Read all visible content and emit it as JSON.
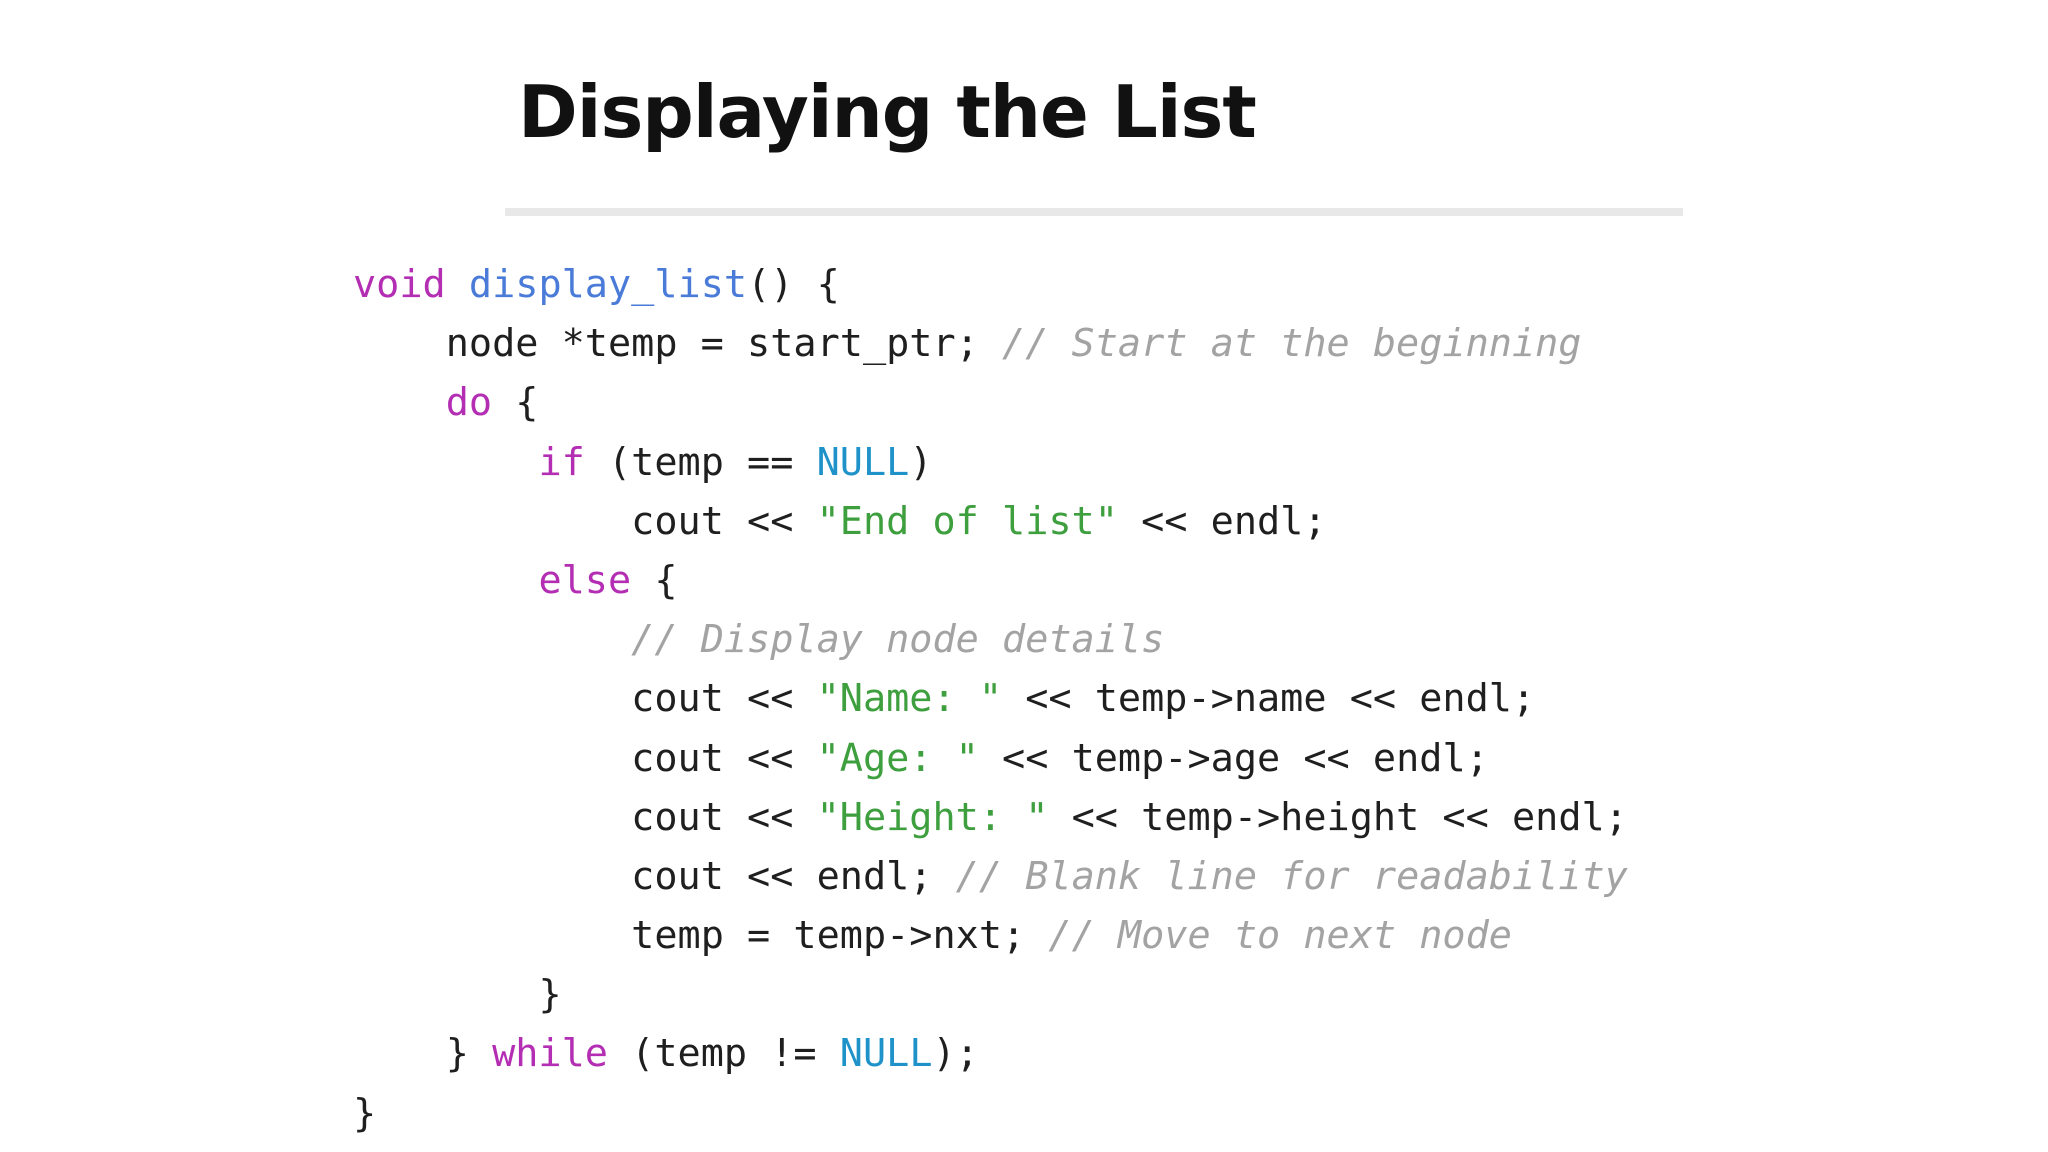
{
  "slide": {
    "title": "Displaying the List"
  },
  "colors": {
    "keyword": "#b32eb3",
    "function": "#4a7bd8",
    "constant": "#1f93c9",
    "string": "#3e9f3e",
    "comment": "#a3a3a3",
    "text": "#1f1f1f",
    "rule": "#e8e8e8"
  },
  "code": {
    "lines": [
      {
        "indent": 0,
        "tokens": [
          {
            "t": "kw",
            "v": "void"
          },
          {
            "t": "plain",
            "v": " "
          },
          {
            "t": "fn",
            "v": "display_list"
          },
          {
            "t": "plain",
            "v": "() {"
          }
        ]
      },
      {
        "indent": 1,
        "tokens": [
          {
            "t": "plain",
            "v": "node *temp = start_ptr; "
          },
          {
            "t": "cmt",
            "v": "// Start at the beginning"
          }
        ]
      },
      {
        "indent": 1,
        "tokens": [
          {
            "t": "kw",
            "v": "do"
          },
          {
            "t": "plain",
            "v": " {"
          }
        ]
      },
      {
        "indent": 2,
        "tokens": [
          {
            "t": "kw",
            "v": "if"
          },
          {
            "t": "plain",
            "v": " (temp == "
          },
          {
            "t": "const",
            "v": "NULL"
          },
          {
            "t": "plain",
            "v": ")"
          }
        ]
      },
      {
        "indent": 3,
        "tokens": [
          {
            "t": "plain",
            "v": "cout << "
          },
          {
            "t": "str",
            "v": "\"End of list\""
          },
          {
            "t": "plain",
            "v": " << endl;"
          }
        ]
      },
      {
        "indent": 2,
        "tokens": [
          {
            "t": "kw",
            "v": "else"
          },
          {
            "t": "plain",
            "v": " {"
          }
        ]
      },
      {
        "indent": 3,
        "tokens": [
          {
            "t": "cmt",
            "v": "// Display node details"
          }
        ]
      },
      {
        "indent": 3,
        "tokens": [
          {
            "t": "plain",
            "v": "cout << "
          },
          {
            "t": "str",
            "v": "\"Name: \""
          },
          {
            "t": "plain",
            "v": " << temp->name << endl;"
          }
        ]
      },
      {
        "indent": 3,
        "tokens": [
          {
            "t": "plain",
            "v": "cout << "
          },
          {
            "t": "str",
            "v": "\"Age: \""
          },
          {
            "t": "plain",
            "v": " << temp->age << endl;"
          }
        ]
      },
      {
        "indent": 3,
        "tokens": [
          {
            "t": "plain",
            "v": "cout << "
          },
          {
            "t": "str",
            "v": "\"Height: \""
          },
          {
            "t": "plain",
            "v": " << temp->height << endl;"
          }
        ]
      },
      {
        "indent": 3,
        "tokens": [
          {
            "t": "plain",
            "v": "cout << endl; "
          },
          {
            "t": "cmt",
            "v": "// Blank line for readability"
          }
        ]
      },
      {
        "indent": 3,
        "tokens": [
          {
            "t": "plain",
            "v": "temp = temp->nxt; "
          },
          {
            "t": "cmt",
            "v": "// Move to next node"
          }
        ]
      },
      {
        "indent": 2,
        "tokens": [
          {
            "t": "plain",
            "v": "}"
          }
        ]
      },
      {
        "indent": 1,
        "tokens": [
          {
            "t": "plain",
            "v": "} "
          },
          {
            "t": "kw",
            "v": "while"
          },
          {
            "t": "plain",
            "v": " (temp != "
          },
          {
            "t": "const",
            "v": "NULL"
          },
          {
            "t": "plain",
            "v": ");"
          }
        ]
      },
      {
        "indent": 0,
        "tokens": [
          {
            "t": "plain",
            "v": "}"
          }
        ]
      }
    ]
  }
}
